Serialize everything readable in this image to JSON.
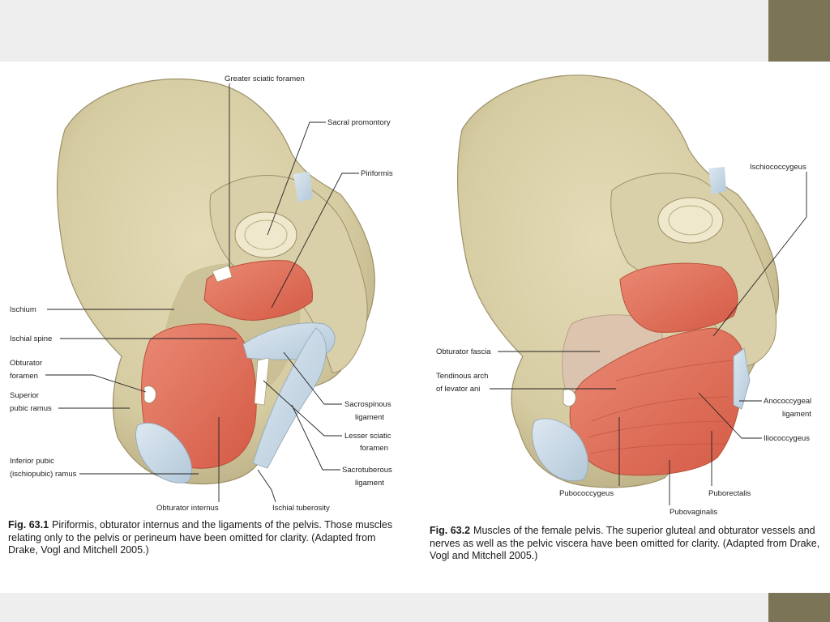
{
  "figure1": {
    "labels": {
      "greater_sciatic_foramen": "Greater sciatic foramen",
      "sacral_promontory": "Sacral promontory",
      "piriformis": "Piriformis",
      "ischium": "Ischium",
      "ischial_spine": "Ischial spine",
      "obturator_foramen_1": "Obturator",
      "obturator_foramen_2": "foramen",
      "superior_pubic_ramus_1": "Superior",
      "superior_pubic_ramus_2": "pubic ramus",
      "inferior_pubic_ramus_1": "Inferior pubic",
      "inferior_pubic_ramus_2": "(ischiopubic) ramus",
      "obturator_internus": "Obturator internus",
      "ischial_tuberosity": "Ischial tuberosity",
      "sacrospinous_1": "Sacrospinous",
      "sacrospinous_2": "ligament",
      "lesser_sciatic_1": "Lesser sciatic",
      "lesser_sciatic_2": "foramen",
      "sacrotuberous_1": "Sacrotuberous",
      "sacrotuberous_2": "ligament"
    },
    "caption_label": "Fig. 63.1",
    "caption_text": "Piriformis, obturator internus and the ligaments of the pelvis. Those muscles relating only to the pelvis or perineum have been omitted for clarity. (Adapted from Drake, Vogl and Mitchell 2005.)"
  },
  "figure2": {
    "labels": {
      "ischiococcygeus": "Ischiococcygeus",
      "obturator_fascia": "Obturator fascia",
      "tendinous_arch_1": "Tendinous arch",
      "tendinous_arch_2": "of levator ani",
      "anococcygeal_1": "Anococcygeal",
      "anococcygeal_2": "ligament",
      "iliococcygeus": "Iliococcygeus",
      "pubococcygeus": "Pubococcygeus",
      "puborectalis": "Puborectalis",
      "pubovaginalis": "Pubovaginalis"
    },
    "caption_label": "Fig. 63.2",
    "caption_text": "Muscles of the female pelvis. The superior gluteal and obturator vessels and nerves as well as the pelvic viscera have been omitted for clarity. (Adapted from Drake, Vogl and Mitchell 2005.)"
  },
  "colors": {
    "bone": "#d8cfa8",
    "muscle": "#e0705a",
    "ligament": "#c9d9e6",
    "accent": "#7b7456",
    "band": "#eeeeee"
  }
}
